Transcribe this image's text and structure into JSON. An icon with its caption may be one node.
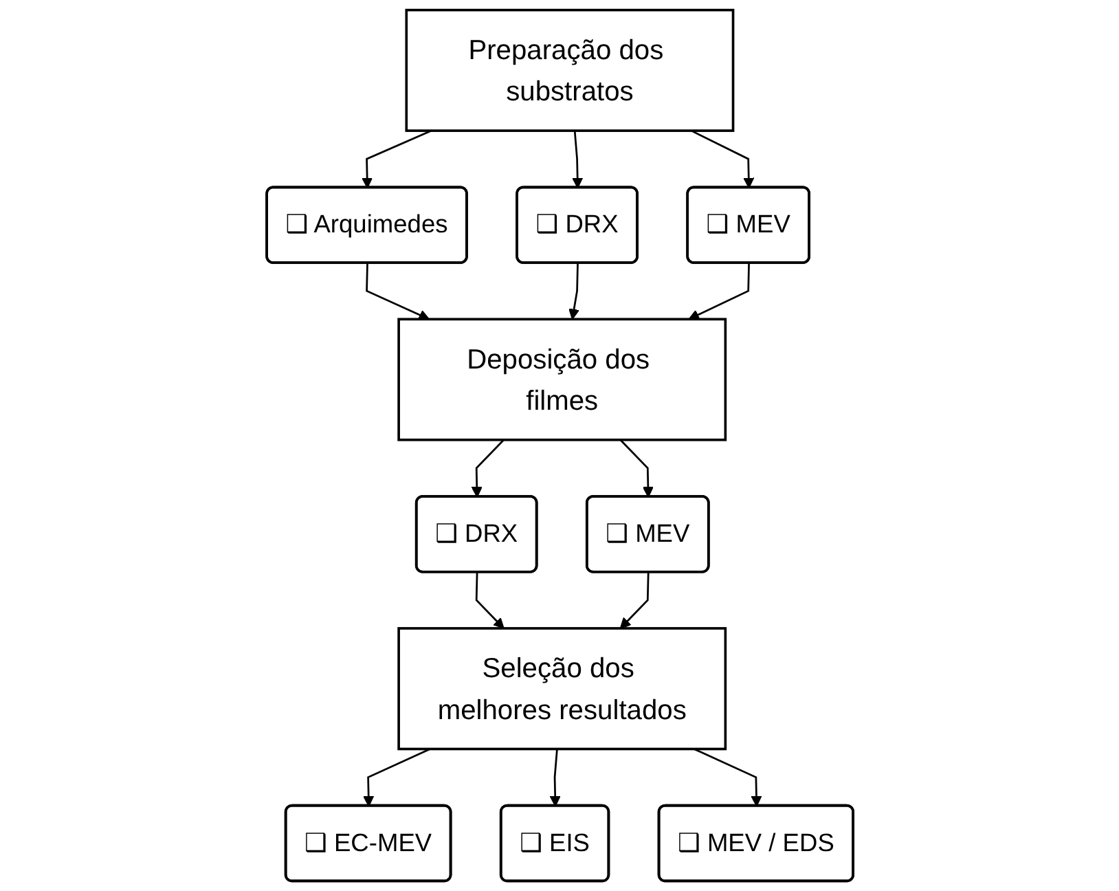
{
  "diagram": {
    "nodes": [
      {
        "text": [
          "Preparação dos substratos"
        ]
      },
      {
        "text": [
          "❑ Arquimedes"
        ]
      },
      {
        "text": [
          "❑ DRX"
        ]
      },
      {
        "text": [
          "❑ MEV"
        ]
      },
      {
        "text": [
          "Deposição dos filmes"
        ]
      },
      {
        "text": [
          "❑ DRX"
        ]
      },
      {
        "text": [
          "❑ MEV"
        ]
      },
      {
        "text": [
          "Seleção dos melhores resultados"
        ]
      },
      {
        "text": [
          "❑ EC-MEV"
        ]
      },
      {
        "text": [
          "❑ EIS"
        ]
      },
      {
        "text": [
          "❑ MEV / EDS"
        ]
      }
    ],
    "edges": [
      {
        "from": 0,
        "to": 1,
        "arrow": "to"
      },
      {
        "from": 0,
        "to": 2,
        "arrow": "to"
      },
      {
        "from": 0,
        "to": 3,
        "arrow": "to"
      },
      {
        "from": 1,
        "to": 4,
        "arrow": "to"
      },
      {
        "from": 2,
        "to": 4,
        "arrow": "to"
      },
      {
        "from": 3,
        "to": 4,
        "arrow": "to"
      },
      {
        "from": 4,
        "to": 5,
        "arrow": "to"
      },
      {
        "from": 4,
        "to": 6,
        "arrow": "to"
      },
      {
        "from": 5,
        "to": 7,
        "arrow": "to"
      },
      {
        "from": 6,
        "to": 7,
        "arrow": "to"
      },
      {
        "from": 7,
        "to": 8,
        "arrow": "to"
      },
      {
        "from": 7,
        "to": 9,
        "arrow": "to"
      },
      {
        "from": 7,
        "to": 10,
        "arrow": "to"
      }
    ]
  }
}
